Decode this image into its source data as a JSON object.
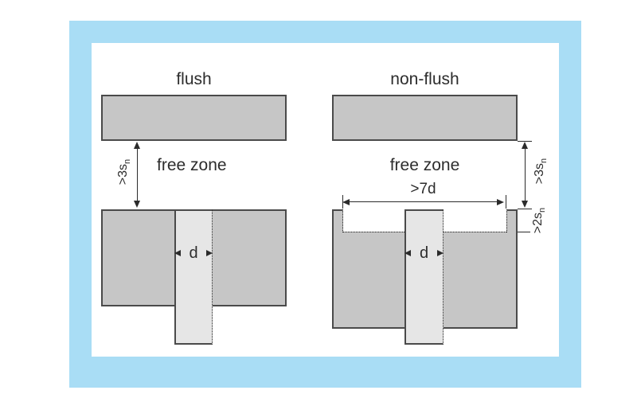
{
  "colors": {
    "frame": "#a9ddf5",
    "fill": "#c6c6c6",
    "sensor": "#e6e6e6",
    "outline": "#4a4a4a",
    "line": "#2b2b2b",
    "text": "#2d2d2d"
  },
  "left_figure": {
    "title": "flush",
    "free_zone_label": "free zone",
    "clearance_label": {
      "text": ">3s",
      "sub": "n"
    },
    "diameter_label": "d"
  },
  "right_figure": {
    "title": "non-flush",
    "free_zone_label": "free zone",
    "clearance_label": {
      "text": ">3s",
      "sub": "n"
    },
    "recess_width_label": ">7d",
    "recess_depth_label": {
      "text": ">2s",
      "sub": "n"
    },
    "diameter_label": "d"
  }
}
